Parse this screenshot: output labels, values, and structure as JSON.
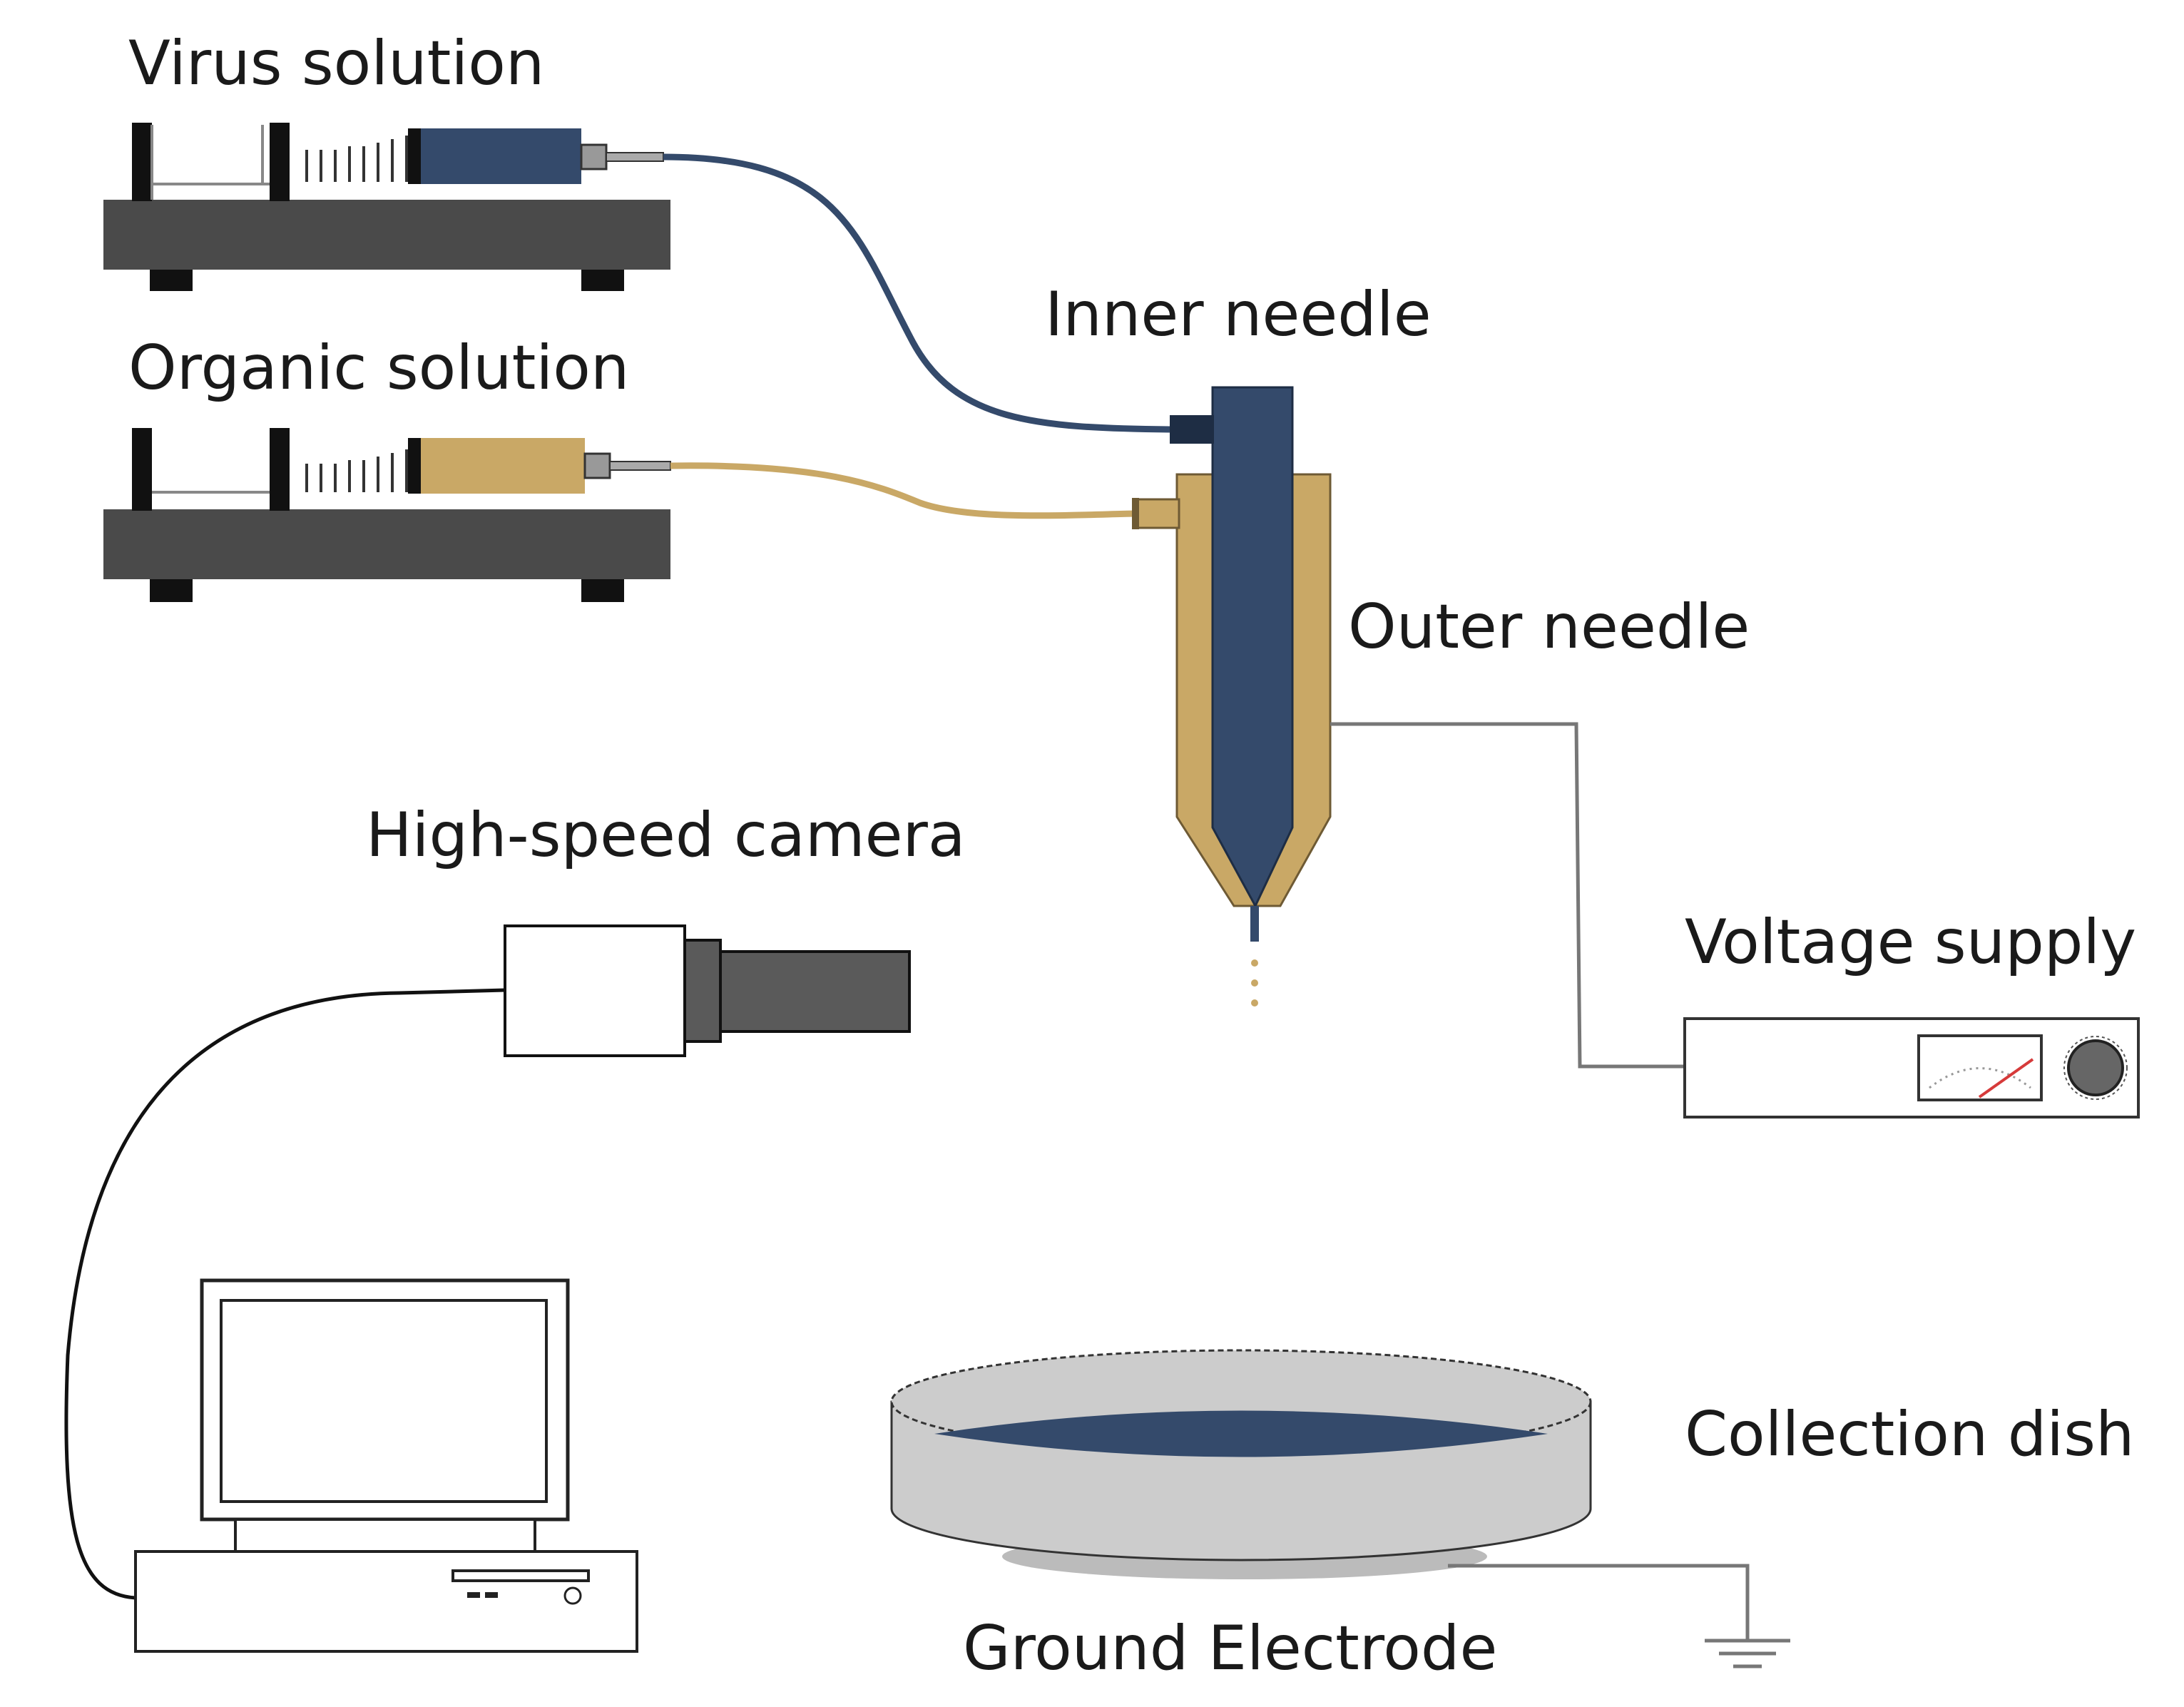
{
  "labels": {
    "virus_solution": "Virus solution",
    "organic_solution": "Organic solution",
    "inner_needle": "Inner needle",
    "outer_needle": "Outer needle",
    "high_speed_camera": "High-speed camera",
    "voltage_supply": "Voltage supply",
    "collection_dish": "Collection dish",
    "ground_electrode": "Ground Electrode"
  },
  "colors": {
    "virus": "#344a6b",
    "organic": "#c9a866",
    "pump_base": "#4a4a4a",
    "pump_feet": "#111111",
    "camera_lens": "#5a5a5a",
    "dish": "#cccccc",
    "wire": "#777777",
    "cable": "#111111",
    "meter_needle": "#d63a3a"
  }
}
